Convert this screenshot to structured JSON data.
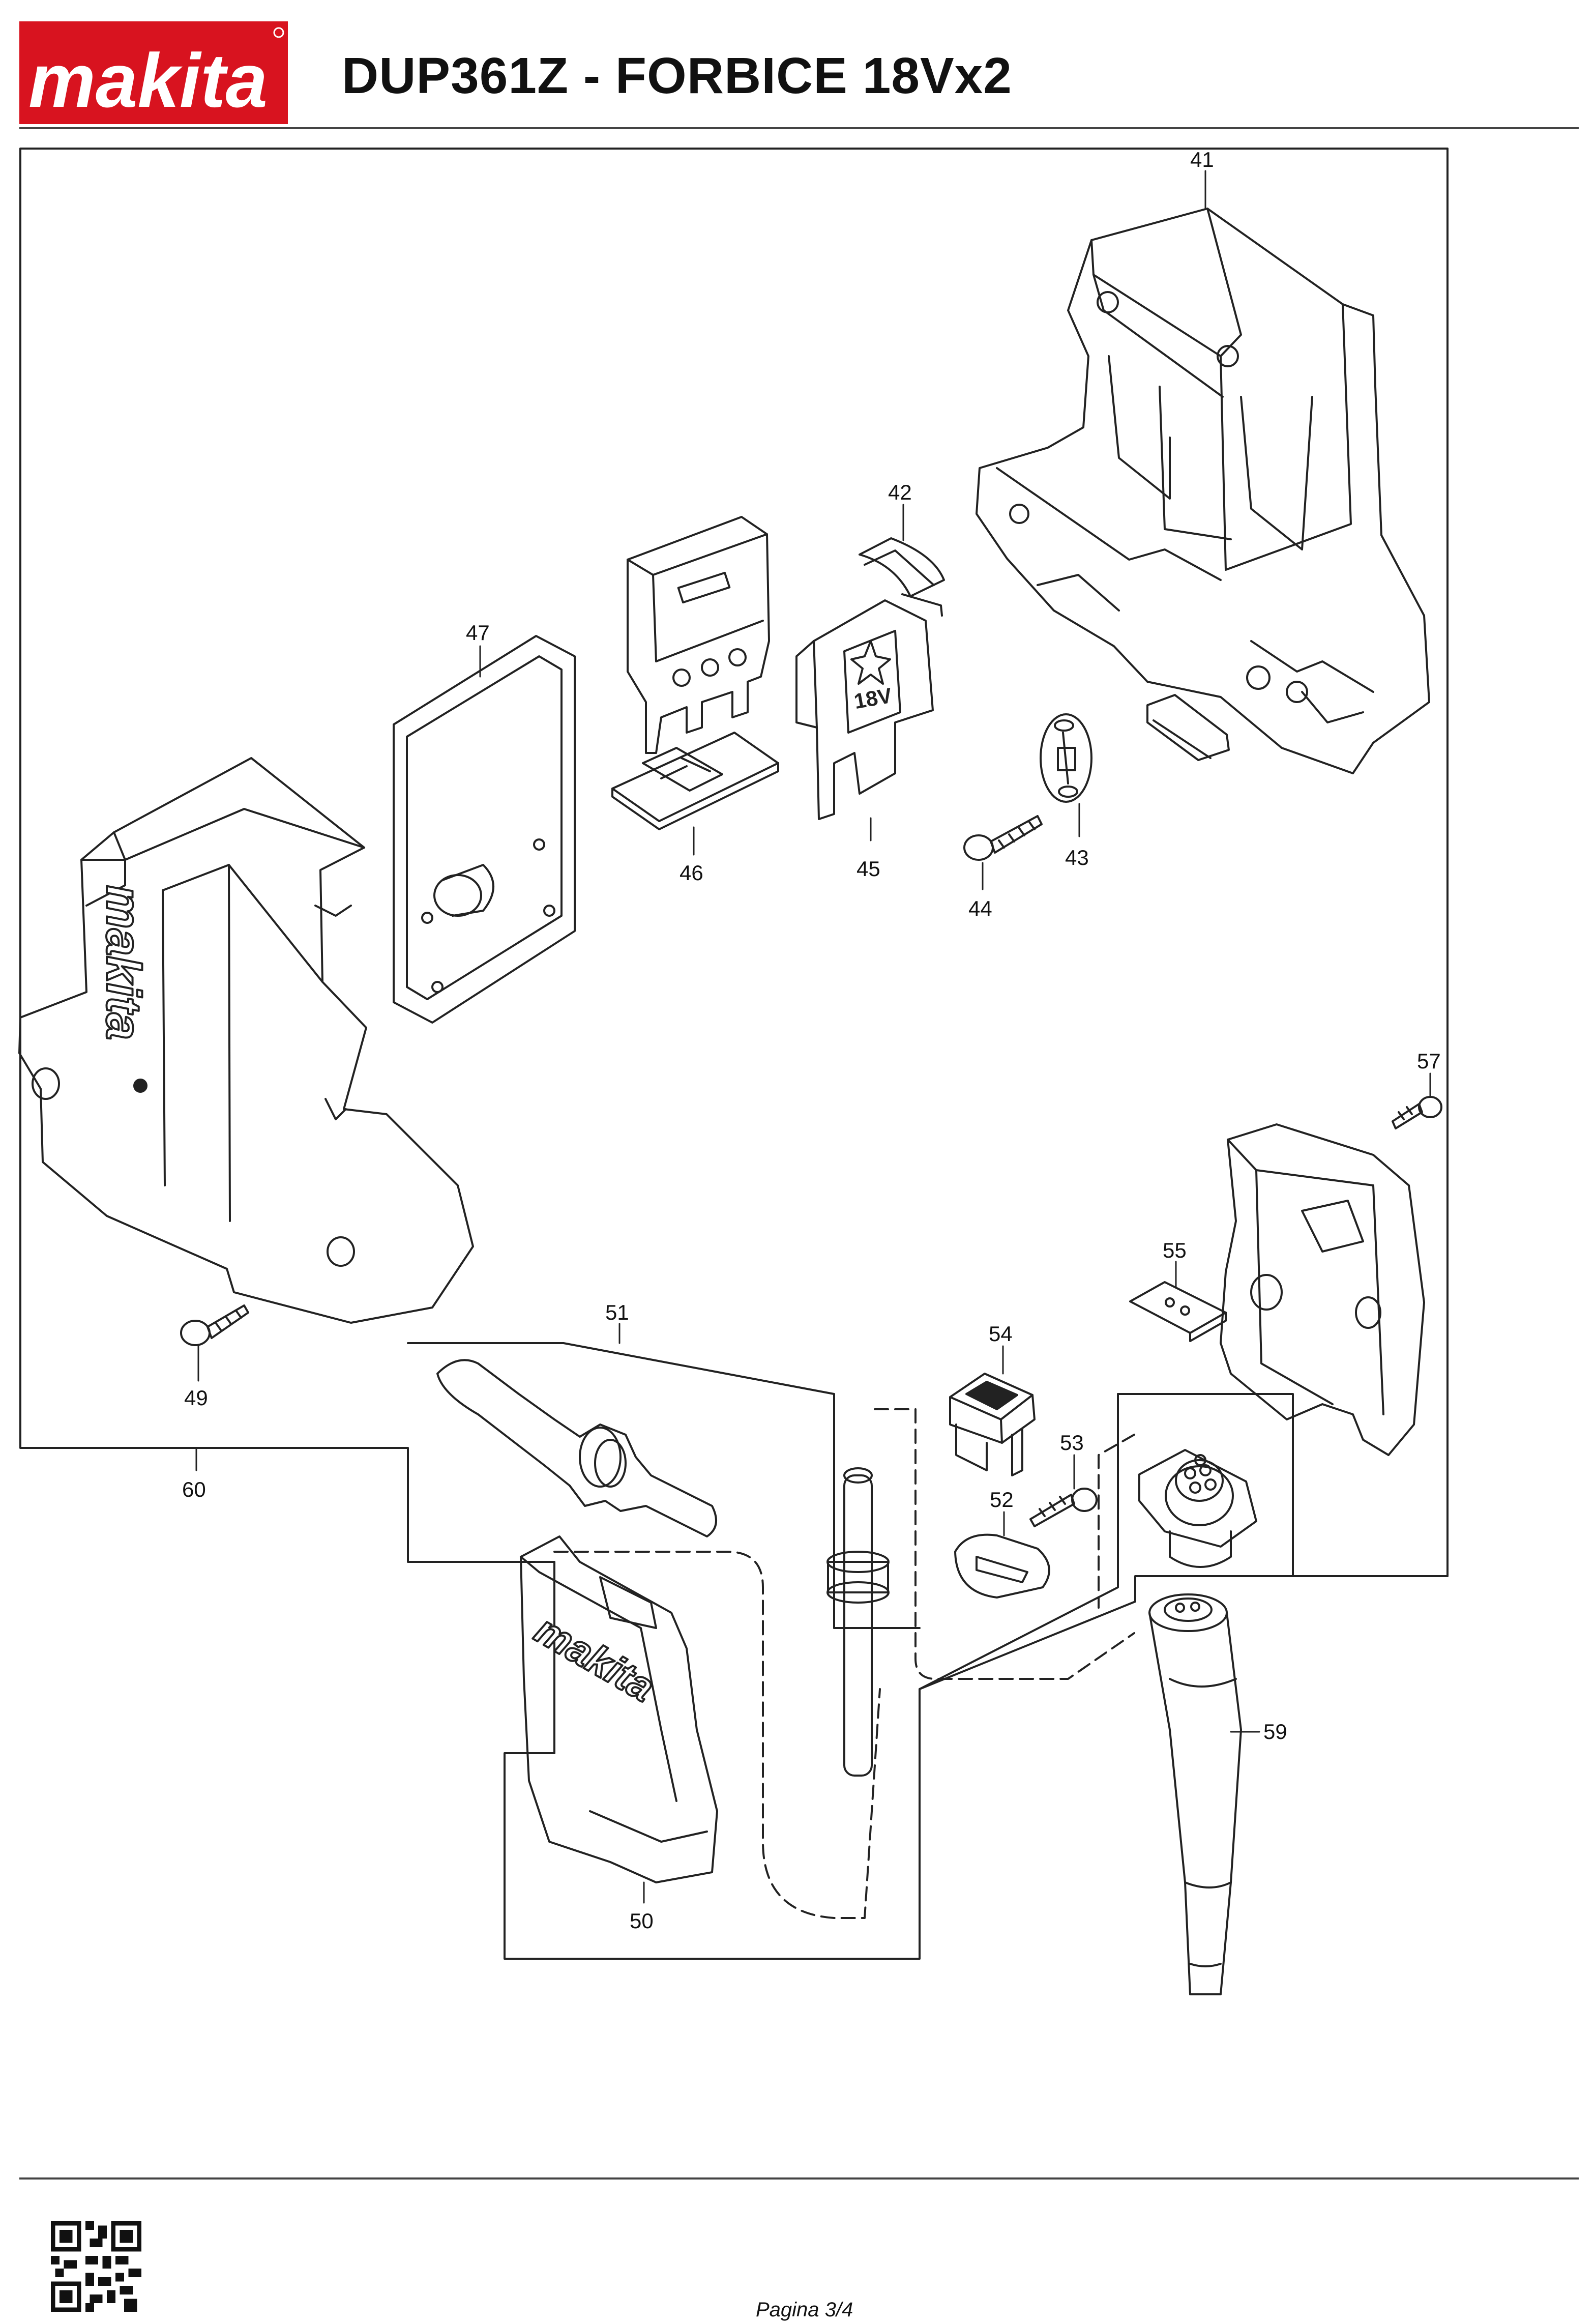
{
  "header": {
    "brand": "makita",
    "brand_color": "#d8131f",
    "title": "DUP361Z - FORBICE 18Vx2"
  },
  "diagram": {
    "labels": {
      "p41": "41",
      "p42": "42",
      "p43": "43",
      "p44": "44",
      "p45": "45",
      "p46": "46",
      "p47": "47",
      "p49": "49",
      "p50": "50",
      "p51": "51",
      "p52": "52",
      "p53": "53",
      "p54": "54",
      "p55": "55",
      "p57": "57",
      "p59": "59",
      "p60": "60"
    },
    "housing_branding": "makita"
  },
  "footer": {
    "qr_icon": "qr-code-icon",
    "page": "Pagina 3/4"
  }
}
